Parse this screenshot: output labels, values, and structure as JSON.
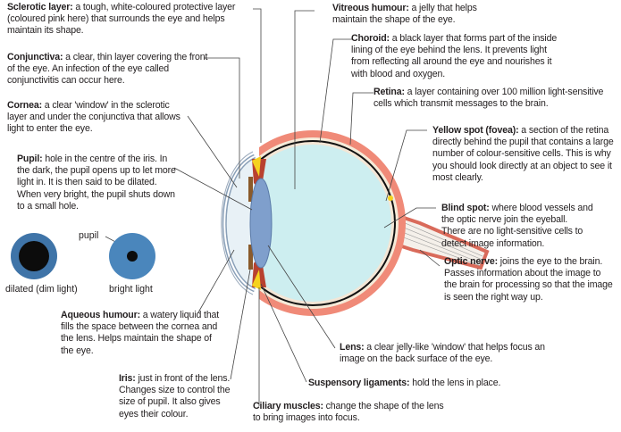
{
  "labels": {
    "sclerotic": {
      "term": "Sclerotic layer:",
      "text": " a tough, white-coloured protective layer (coloured pink here) that surrounds the eye and helps maintain its shape."
    },
    "conjunctiva": {
      "term": "Conjunctiva:",
      "text": " a clear, thin layer covering the front of the eye. An infection of the eye called conjunctivitis can occur here."
    },
    "cornea": {
      "term": "Cornea:",
      "text": " a clear 'window' in the sclerotic layer and under the conjunctiva that allows light to enter the eye."
    },
    "pupil": {
      "term": "Pupil:",
      "text": " hole in the centre of the iris. In the dark, the pupil opens up to let more light in. It is then said to be dilated. When very bright, the pupil shuts down to a small hole."
    },
    "aqueous": {
      "term": "Aqueous humour:",
      "text": " a watery liquid that fills the space between the cornea and the lens. Helps maintain the shape of the eye."
    },
    "iris": {
      "term": "Iris:",
      "text": " just in front of the lens. Changes size to control the size of pupil. It also gives eyes their colour."
    },
    "ciliary": {
      "term": "Ciliary muscles:",
      "text": " change the shape of the lens to bring images into focus."
    },
    "suspensory": {
      "term": "Suspensory ligaments:",
      "text": " hold the lens in place."
    },
    "lens": {
      "term": "Lens:",
      "text": " a clear jelly-like 'window' that helps focus an image on the back surface of the eye."
    },
    "optic": {
      "term": "Optic nerve:",
      "text": " joins the eye to the brain. Passes information about the image to the brain for processing so that the image is seen the right way up."
    },
    "blind": {
      "term": "Blind spot:",
      "text": " where blood vessels and the optic nerve join the eyeball. There are no light-sensitive cells to detect image information."
    },
    "yellow": {
      "term": "Yellow spot (fovea):",
      "text": " a section of  the retina directly behind the pupil that contains a large number of colour-sensitive cells. This is why you should look directly at an object to see it most clearly."
    },
    "retina": {
      "term": "Retina:",
      "text": " a layer containing over 100 million light-sensitive cells which transmit messages to the brain."
    },
    "choroid": {
      "term": "Choroid:",
      "text": " a black layer that forms part of the inside lining of the eye behind the lens. It prevents light from reflecting all around the eye and nourishes it with blood and oxygen."
    },
    "vitreous": {
      "term": "Vitreous humour:",
      "text": " a jelly that helps maintain the shape of the eye."
    }
  },
  "pupil_examples": {
    "pupil_label": "pupil",
    "dilated": "dilated (dim light)",
    "bright": "bright light"
  },
  "colors": {
    "sclera": "#f08a78",
    "vitreous": "#cdeef0",
    "lens": "#7f9fcc",
    "choroid": "#111111",
    "yellow": "#f5d21e"
  }
}
